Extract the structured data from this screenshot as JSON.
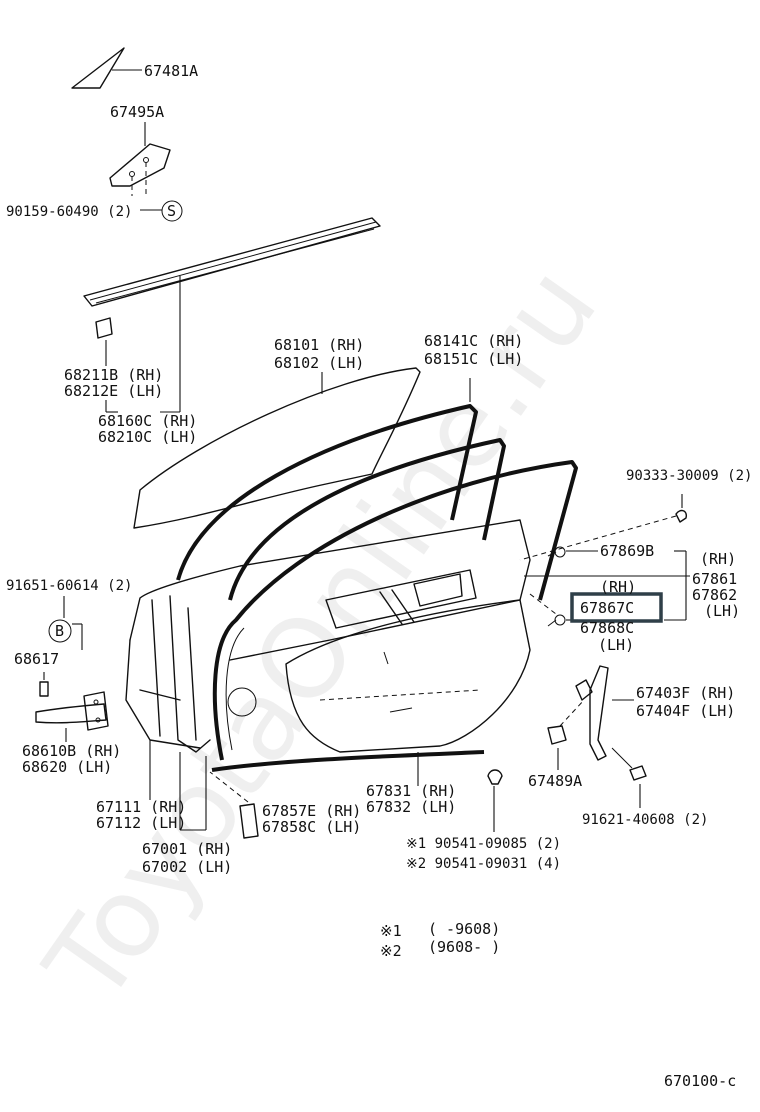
{
  "watermark": "ToyotaOnline.ru",
  "diagram_code": "670100-c",
  "highlighted_part": "67867C",
  "labels": {
    "p67481A": "67481A",
    "p67495A": "67495A",
    "p90159": "90159-60490 (2)",
    "s_symbol": "S",
    "p68211B": "68211B (RH)",
    "p68212E": "68212E (LH)",
    "p68160C": "68160C (RH)",
    "p68210C": "68210C (LH)",
    "p68101": "68101 (RH)",
    "p68102": "68102 (LH)",
    "p68141C": "68141C (RH)",
    "p68151C": "68151C (LH)",
    "p90333": "90333-30009 (2)",
    "p67869B": "67869B",
    "rh_right": "(RH)",
    "p67861": "67861",
    "p67862": "67862",
    "lh_right": "(LH)",
    "rh_mid": "(RH)",
    "p67867C": "67867C",
    "p67868C": "67868C",
    "lh_mid": "(LH)",
    "p91651": "91651-60614 (2)",
    "b_symbol": "B",
    "p68617": "68617",
    "p68610B": "68610B (RH)",
    "p68620": "68620  (LH)",
    "p67403F": "67403F (RH)",
    "p67404F": "67404F (LH)",
    "p67489A": "67489A",
    "p91621": "91621-40608 (2)",
    "p67831": "67831 (RH)",
    "p67832": "67832 (LH)",
    "p67111": "67111 (RH)",
    "p67112": "67112 (LH)",
    "p67857E": "67857E (RH)",
    "p67858C": "67858C (LH)",
    "p67001": "67001 (RH)",
    "p67002": "67002 (LH)",
    "p90541_1": "※1 90541-09085 (2)",
    "p90541_2": "※2 90541-09031 (4)",
    "note1_mark": "※1",
    "note1_range": "(       -9608)",
    "note2_mark": "※2",
    "note2_range": "(9608-       )"
  }
}
